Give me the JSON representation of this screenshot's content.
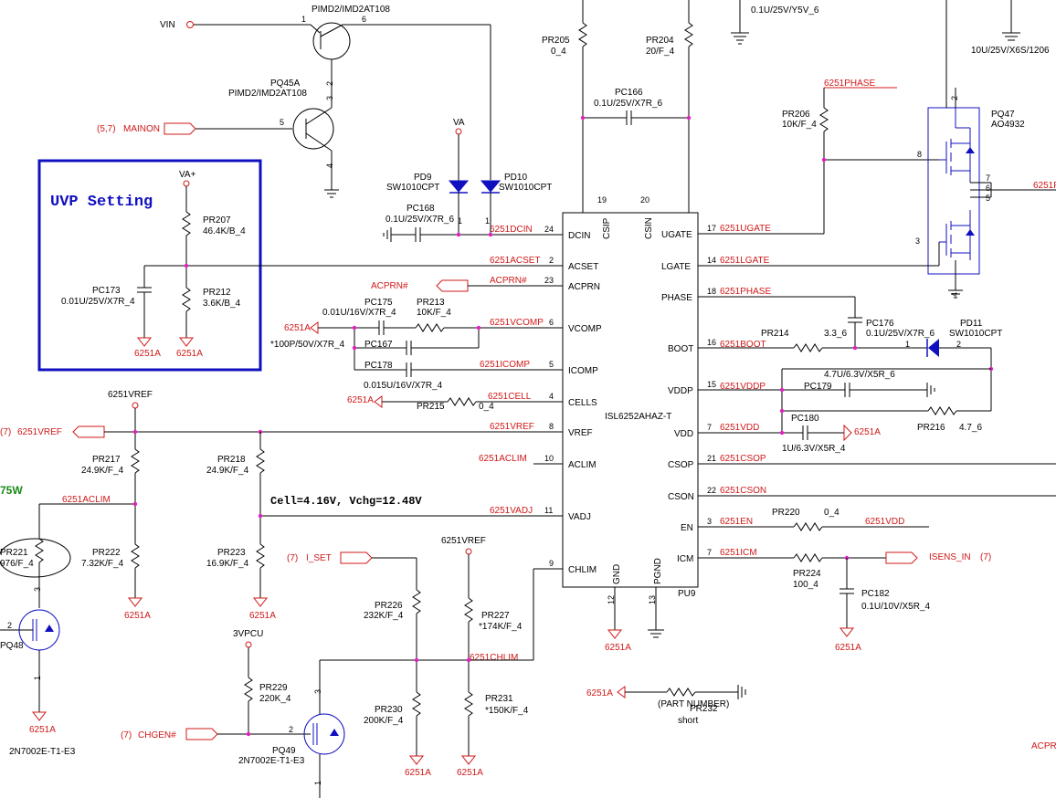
{
  "title_box": {
    "title": "UVP Setting"
  },
  "notes": {
    "cell": "Cell=4.16V, Vchg=12.48V",
    "left_green": "75W"
  },
  "ic": {
    "refdes": "PU9",
    "part": "ISL6252AHAZ-T",
    "pins_left": [
      {
        "num": "24",
        "name": "DCIN",
        "net": "6251DCIN"
      },
      {
        "num": "2",
        "name": "ACSET",
        "net": "6251ACSET"
      },
      {
        "num": "23",
        "name": "ACPRN",
        "net": "ACPRN#"
      },
      {
        "num": "6",
        "name": "VCOMP",
        "net": "6251VCOMP"
      },
      {
        "num": "5",
        "name": "ICOMP",
        "net": "6251ICOMP"
      },
      {
        "num": "4",
        "name": "CELLS",
        "net": "6251CELL"
      },
      {
        "num": "8",
        "name": "VREF",
        "net": "6251VREF"
      },
      {
        "num": "10",
        "name": "ACLIM",
        "net": "6251ACLIM"
      },
      {
        "num": "11",
        "name": "VADJ",
        "net": "6251VADJ"
      },
      {
        "num": "9",
        "name": "CHLIM",
        "net": "6251CHLIM"
      }
    ],
    "pins_right": [
      {
        "num": "17",
        "name": "UGATE",
        "net": "6251UGATE"
      },
      {
        "num": "14",
        "name": "LGATE",
        "net": "6251LGATE"
      },
      {
        "num": "18",
        "name": "PHASE",
        "net": "6251PHASE"
      },
      {
        "num": "16",
        "name": "BOOT",
        "net": "6251BOOT"
      },
      {
        "num": "15",
        "name": "VDDP",
        "net": "6251VDDP"
      },
      {
        "num": "7",
        "name": "VDD",
        "net": "6251VDD"
      },
      {
        "num": "21",
        "name": "CSOP",
        "net": "6251CSOP"
      },
      {
        "num": "22",
        "name": "CSON",
        "net": "6251CSON"
      },
      {
        "num": "3",
        "name": "EN",
        "net": "6251EN"
      },
      {
        "num": "7",
        "name": "ICM",
        "net": "6251ICM"
      }
    ],
    "pins_top": [
      {
        "num": "19",
        "name": "CSIP"
      },
      {
        "num": "20",
        "name": "CSIN"
      }
    ],
    "pins_bottom": [
      {
        "num": "12",
        "name": "GND"
      },
      {
        "num": "13",
        "name": "PGND"
      }
    ]
  },
  "components": {
    "pq45_top": {
      "part": "PIMD2/IMD2AT108",
      "pin1": "1",
      "pin6": "6"
    },
    "pq45": {
      "ref": "PQ45A",
      "part": "PIMD2/IMD2AT108",
      "pin2": "2",
      "pin3": "3",
      "pin5": "5",
      "pin4": "4"
    },
    "pr205": {
      "ref": "PR205",
      "val": "0_4"
    },
    "pr204": {
      "ref": "PR204",
      "val": "20/F_4"
    },
    "pc166": {
      "ref": "PC166",
      "val": "0.1U/25V/X7R_6"
    },
    "pc_top": {
      "val": "0.1U/25V/Y5V_6"
    },
    "pc_topright": {
      "val": "10U/25V/X6S/1206"
    },
    "pd9": {
      "ref": "PD9",
      "part": "SW1010CPT"
    },
    "pd10": {
      "ref": "PD10",
      "part": "SW1010CPT"
    },
    "pc168": {
      "ref": "PC168",
      "val": "0.1U/25V/X7R_6"
    },
    "pr207": {
      "ref": "PR207",
      "val": "46.4K/B_4"
    },
    "pr212": {
      "ref": "PR212",
      "val": "3.6K/B_4"
    },
    "pc173": {
      "ref": "PC173",
      "val": "0.01U/25V/X7R_4"
    },
    "pc175": {
      "ref": "PC175",
      "val": "0.01U/16V/X7R_4"
    },
    "pr213": {
      "ref": "PR213",
      "val": "10K/F_4"
    },
    "pc167": {
      "ref": "PC167",
      "val": "*100P/50V/X7R_4"
    },
    "pc178": {
      "ref": "PC178",
      "val": "0.015U/16V/X7R_4"
    },
    "pr215": {
      "ref": "PR215",
      "val": "0_4"
    },
    "pr206": {
      "ref": "PR206",
      "val": "10K/F_4"
    },
    "pq47": {
      "ref": "PQ47",
      "part": "AO4932",
      "pins": [
        "8",
        "7",
        "6",
        "5",
        "3",
        "2",
        "4"
      ]
    },
    "pc176": {
      "ref": "PC176",
      "val": "0.1U/25V/X7R_6"
    },
    "pr214": {
      "ref": "PR214",
      "val": "3.3_6"
    },
    "pd11": {
      "ref": "PD11",
      "part": "SW1010CPT",
      "pin1": "1",
      "pin2": "2"
    },
    "pc179": {
      "ref": "PC179",
      "val": "4.7U/6.3V/X5R_6"
    },
    "pr216": {
      "ref": "PR216",
      "val": "4.7_6"
    },
    "pc180": {
      "ref": "PC180",
      "val": "1U/6.3V/X5R_4"
    },
    "pr220": {
      "ref": "PR220",
      "val": "0_4"
    },
    "pr224": {
      "ref": "PR224",
      "val": "100_4"
    },
    "pc182": {
      "ref": "PC182",
      "val": "0.1U/10V/X5R_4"
    },
    "pr217": {
      "ref": "PR217",
      "val": "24.9K/F_4"
    },
    "pr218": {
      "ref": "PR218",
      "val": "24.9K/F_4"
    },
    "pr222": {
      "ref": "PR222",
      "val": "7.32K/F_4"
    },
    "pr223": {
      "ref": "PR223",
      "val": "16.9K/F_4"
    },
    "pr221": {
      "ref": "PR221",
      "val": "976/F_4"
    },
    "pq48": {
      "ref": "PQ48",
      "part": "2N7002E-T1-E3",
      "pin2": "2",
      "pin3": "3",
      "pin1": "1"
    },
    "pr226": {
      "ref": "PR226",
      "val": "232K/F_4"
    },
    "pr227": {
      "ref": "PR227",
      "val": "*174K/F_4"
    },
    "pr229": {
      "ref": "PR229",
      "val": "220K_4"
    },
    "pr230": {
      "ref": "PR230",
      "val": "200K/F_4"
    },
    "pr231": {
      "ref": "PR231",
      "val": "*150K/F_4"
    },
    "pq49": {
      "ref": "PQ49",
      "part": "2N7002E-T1-E3",
      "pin2": "2",
      "pin3": "3",
      "pin1": "1"
    },
    "pr232": {
      "ref": "PR232",
      "val": "short",
      "note": "(PART NUMBER)"
    }
  },
  "nets": {
    "vin": "VIN",
    "va": "VA",
    "va_plus": "VA+",
    "mainon": "MAINON",
    "mainon_ref": "(5,7)",
    "acprn": "ACPRN#",
    "vref_left": "6251VREF",
    "vref_left_ref": "(7)",
    "vref_a": "6251VREF",
    "vref_b": "6251VREF",
    "phase_top": "6251PHASE",
    "aclim_left": "6251ACLIM",
    "gnd": "6251A",
    "i_set": "I_SET",
    "i_set_ref": "(7)",
    "chgen": "CHGEN#",
    "chgen_ref": "(7)",
    "vpcu": "3VPCU",
    "isens": "ISENS_IN",
    "isens_ref": "(7)",
    "vdd_en": "6251VDD",
    "right_edge": "6251P",
    "acpr_bottom": "ACPR"
  }
}
